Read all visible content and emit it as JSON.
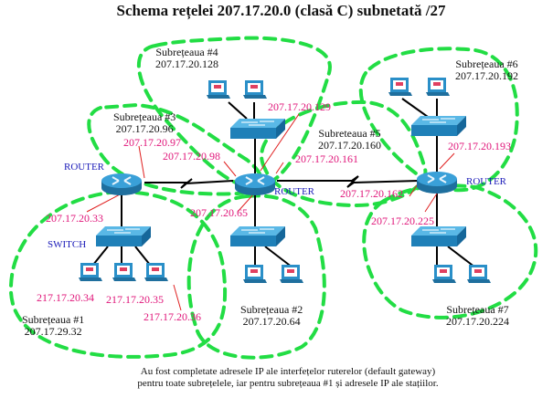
{
  "title": "Schema rețelei 207.17.20.0 (clasă C) subnetată /27",
  "subnets": [
    {
      "id": "1",
      "name": "Subrețeaua #1",
      "address": "207.17.29.32"
    },
    {
      "id": "2",
      "name": "Subrețeaua #2",
      "address": "207.17.20.64"
    },
    {
      "id": "3",
      "name": "Subrețeaua #3",
      "address": "207.17.20.96"
    },
    {
      "id": "4",
      "name": "Subrețeaua #4",
      "address": "207.17.20.128"
    },
    {
      "id": "5",
      "name": "Subreteaua #5",
      "address": "207.17.20.160"
    },
    {
      "id": "6",
      "name": "Subrețeaua #6",
      "address": "207.17.20.192"
    },
    {
      "id": "7",
      "name": "Subrețeaua #7",
      "address": "207.17.20.224"
    }
  ],
  "device_labels": {
    "router": "ROUTER",
    "switch": "SWITCH"
  },
  "interface_ips": {
    "r1_s3": "207.17.20.97",
    "r1_s1": "207.17.20.33",
    "r2_s3": "207.17.20.98",
    "r2_s4": "207.17.20.129",
    "r2_s5": "207.17.20.161",
    "r2_s2": "207.17.20.65",
    "r3_s5": "207.17.20.162",
    "r3_s6": "207.17.20.193",
    "r3_s7": "207.17.20.225"
  },
  "host_ips": [
    "217.17.20.34",
    "217.17.20.35",
    "217.17.20.36"
  ],
  "footer": {
    "line1": "Au fost completate adresele IP ale interfețelor ruterelor (default gateway)",
    "line2": "pentru toate subrețelele, iar pentru subrețeaua #1 și adresele IP ale stațiilor."
  },
  "colors": {
    "ip_label": "#e0167a",
    "device_label": "#1a1ab8",
    "subnet_outline": "#22dd44",
    "device_blue": "#2a8fc8"
  }
}
